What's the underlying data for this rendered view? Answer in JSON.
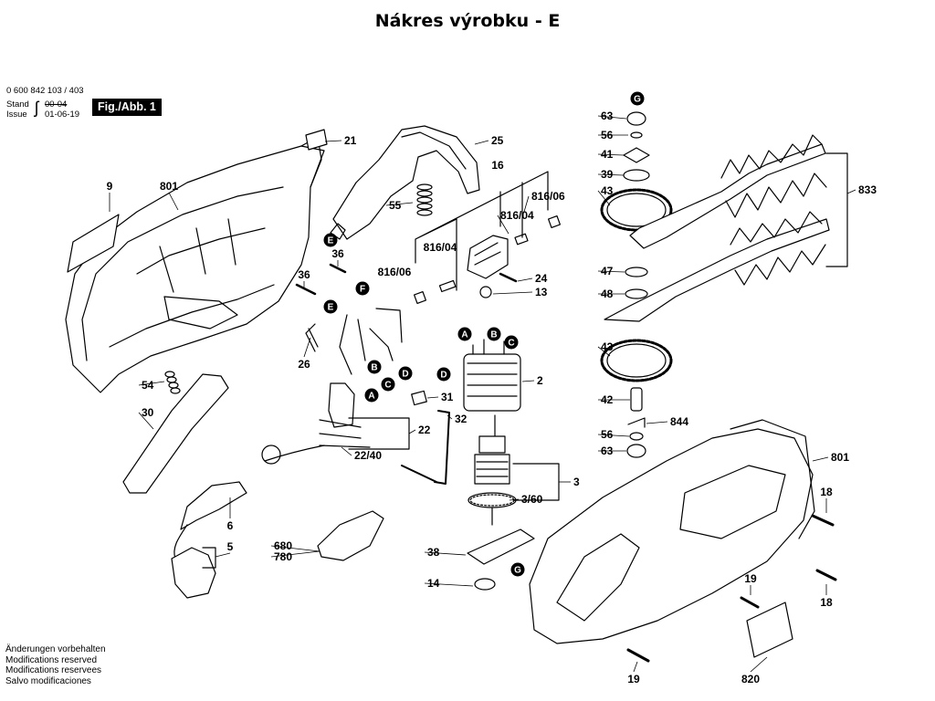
{
  "title": "Nákres výrobku - E",
  "header": {
    "part_number": "0 600 842 103 / 403",
    "stand_label": "Stand",
    "stand_value": "00-04",
    "issue_label": "Issue",
    "issue_value": "01-06-19",
    "figure_label": "Fig./Abb. 1"
  },
  "notes": [
    "Änderungen vorbehalten",
    "Modifications reserved",
    "Modifications reservees",
    "Salvo modificaciones"
  ],
  "callouts": [
    "9",
    "801",
    "21",
    "25",
    "55",
    "16",
    "816/06",
    "816/04",
    "816/04",
    "816/06",
    "24",
    "13",
    "36",
    "36",
    "26",
    "54",
    "30",
    "31",
    "32",
    "22",
    "22/40",
    "6",
    "5",
    "680",
    "780",
    "2",
    "3",
    "3/60",
    "38",
    "14",
    "63",
    "56",
    "41",
    "39",
    "43",
    "47",
    "48",
    "43",
    "42",
    "844",
    "56",
    "63",
    "833",
    "801",
    "18",
    "18",
    "19",
    "19",
    "820"
  ],
  "markers": [
    "G",
    "E",
    "F",
    "E",
    "A",
    "B",
    "C",
    "D",
    "A",
    "B",
    "C",
    "D",
    "G"
  ],
  "colors": {
    "ink": "#000000",
    "paper": "#ffffff",
    "badge": "#000000"
  }
}
